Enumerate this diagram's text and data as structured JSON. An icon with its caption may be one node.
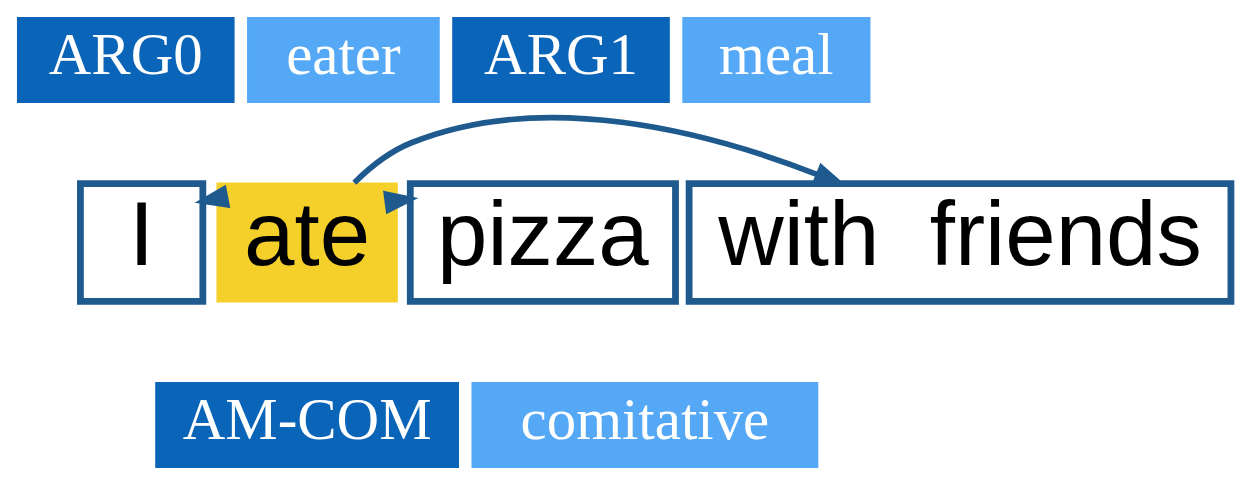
{
  "diagram": {
    "nodes": [
      {
        "text": [
          "ARG0"
        ]
      },
      {
        "text": [
          "eater"
        ]
      },
      {
        "text": [
          "ARG1"
        ]
      },
      {
        "text": [
          "meal"
        ]
      },
      {
        "text": [
          "I"
        ]
      },
      {
        "text": [
          "ate"
        ]
      },
      {
        "text": [
          "pizza"
        ]
      },
      {
        "text": [
          "with  friends"
        ]
      },
      {
        "text": [
          "AM-COM"
        ]
      },
      {
        "text": [
          "comitative"
        ]
      }
    ],
    "edges": [
      {
        "from": 5,
        "to": 4,
        "arrow": "to"
      },
      {
        "from": 5,
        "to": 6,
        "arrow": "to"
      },
      {
        "from": 5,
        "to": 7,
        "arrow": "to"
      }
    ]
  }
}
